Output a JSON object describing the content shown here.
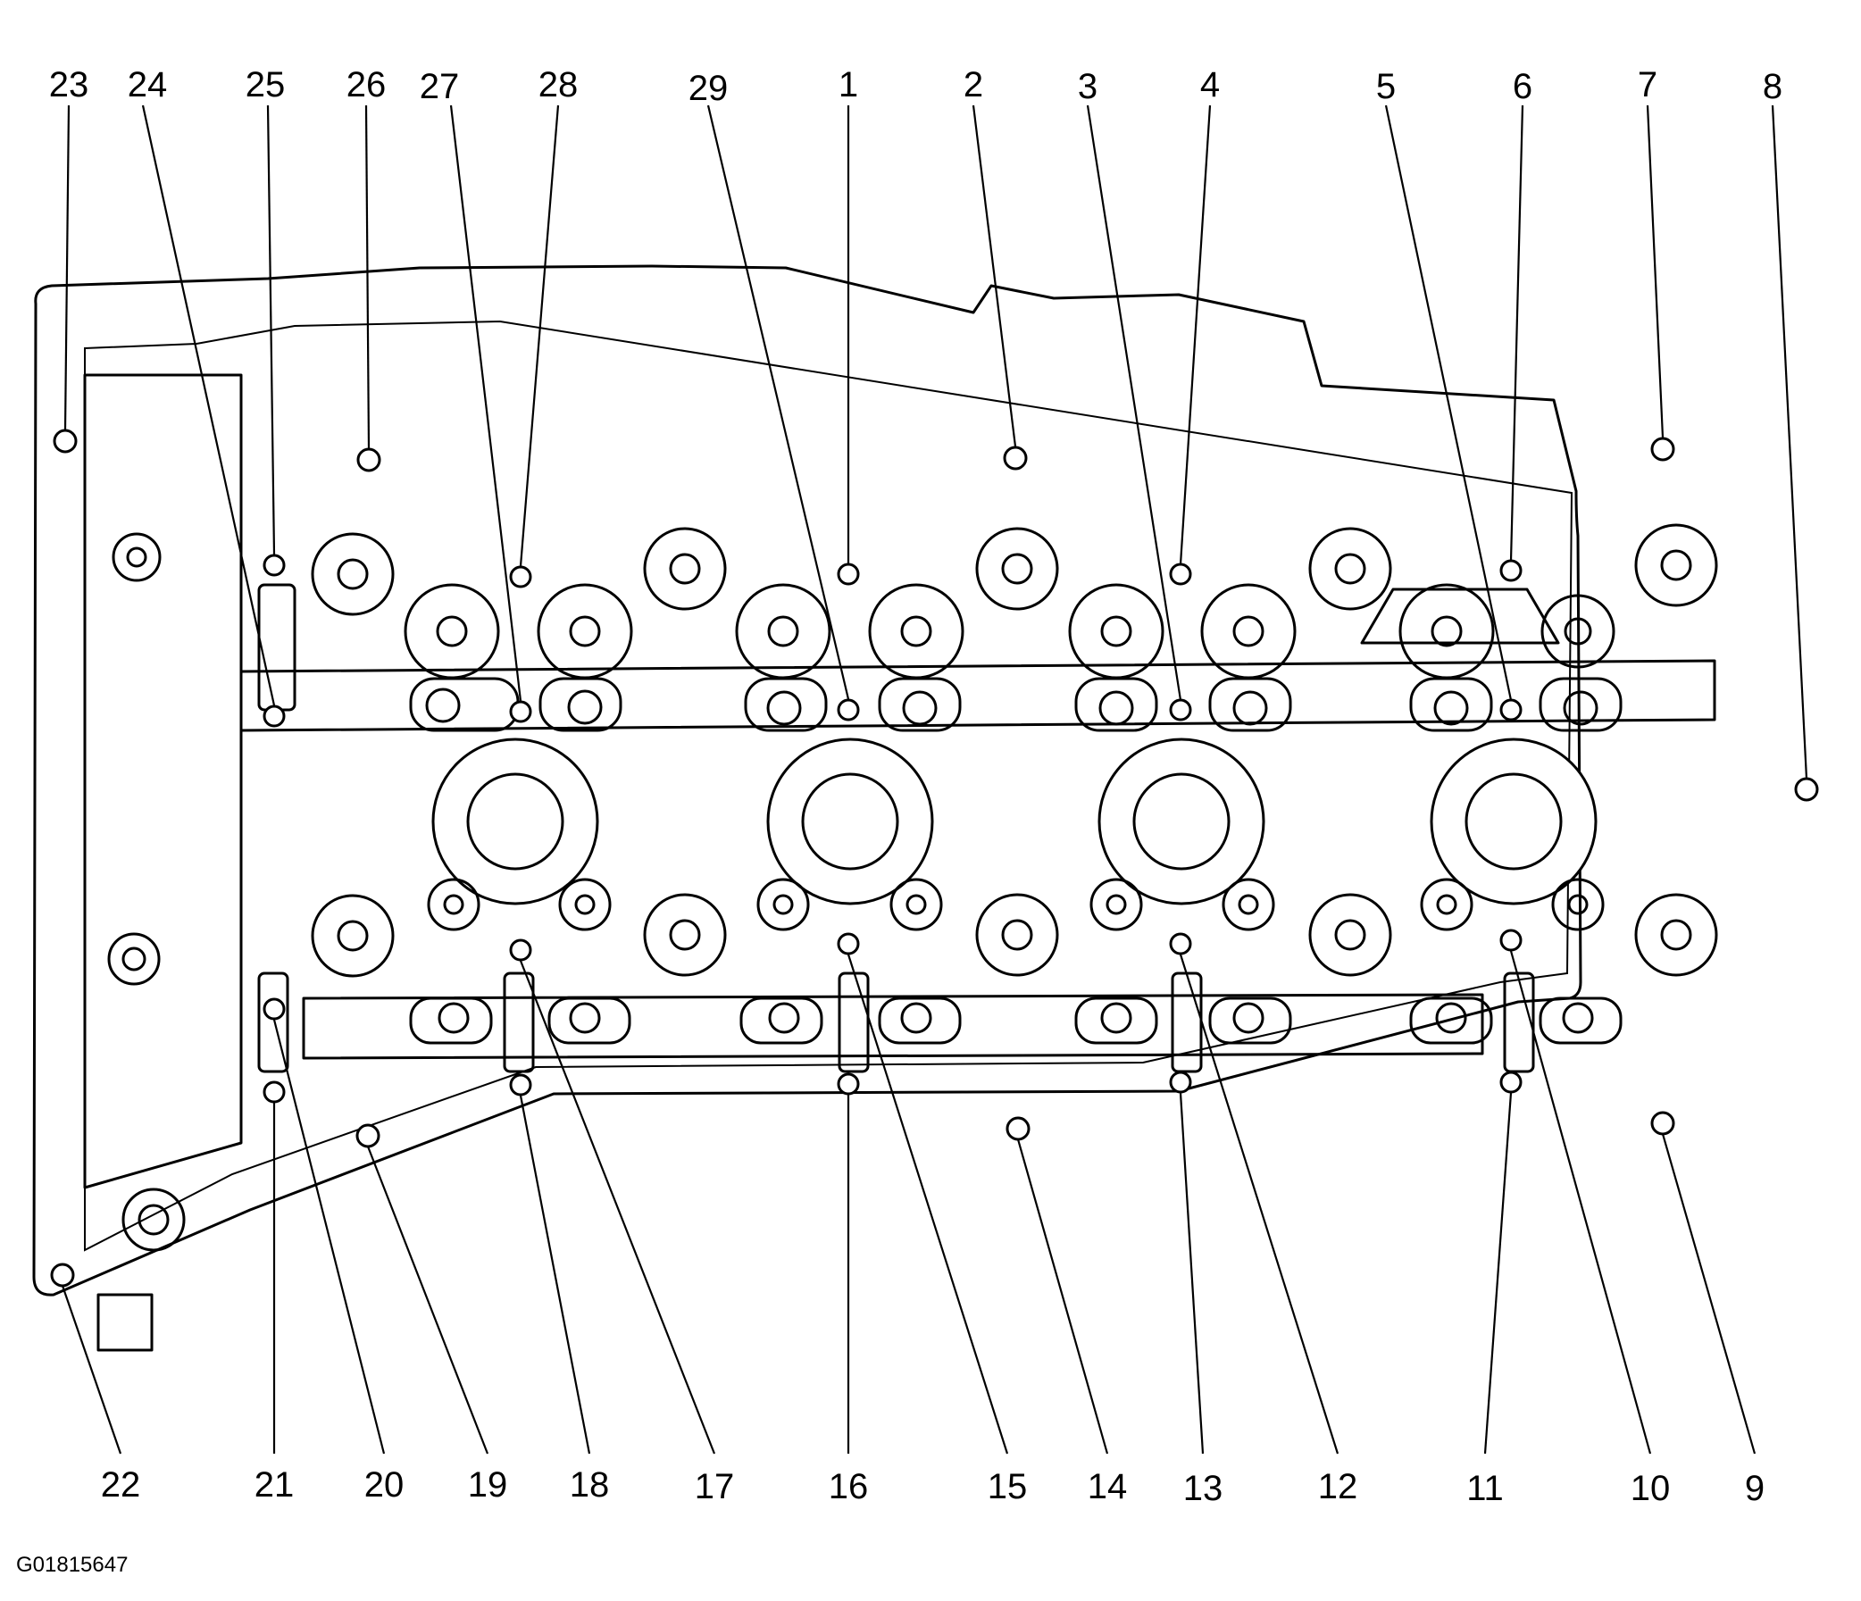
{
  "diagram": {
    "figure_code": "G01815647",
    "callout_labels": [
      "1",
      "2",
      "3",
      "4",
      "5",
      "6",
      "7",
      "8",
      "9",
      "10",
      "11",
      "12",
      "13",
      "14",
      "15",
      "16",
      "17",
      "18",
      "19",
      "20",
      "21",
      "22",
      "23",
      "24",
      "25",
      "26",
      "27",
      "28",
      "29"
    ]
  }
}
